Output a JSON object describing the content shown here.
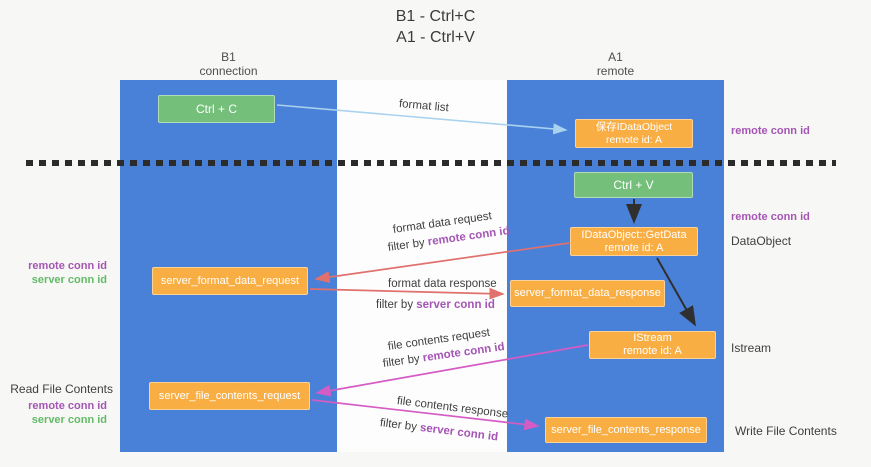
{
  "title": {
    "line1": "B1 - Ctrl+C",
    "line2": "A1 - Ctrl+V"
  },
  "lanes": {
    "left": {
      "name": "B1",
      "subtitle": "connection"
    },
    "right": {
      "name": "A1",
      "subtitle": "remote"
    }
  },
  "nodes": {
    "ctrl_c": {
      "label": "Ctrl + C"
    },
    "ctrl_v": {
      "label": "Ctrl + V"
    },
    "save_dataobject": {
      "line1": "保存IDataObject",
      "line2": "remote id: A"
    },
    "getdata": {
      "line1": "IDataObject::GetData",
      "line2": "remote id: A"
    },
    "istream": {
      "line1": "IStream",
      "line2": "remote id: A"
    },
    "format_request": {
      "label": "server_format_data_request"
    },
    "format_response": {
      "label": "server_format_data_response"
    },
    "file_request": {
      "label": "server_file_contents_request"
    },
    "file_response": {
      "label": "server_file_contents_response"
    }
  },
  "flow_labels": {
    "format_list": "format list",
    "format_data_request": "format data request",
    "format_data_response": "format data response",
    "file_contents_request": "file contents request",
    "file_contents_response": "file contents response",
    "filter_by": "filter by ",
    "remote_conn_id": "remote conn id",
    "server_conn_id": "server conn id"
  },
  "side_labels": {
    "right_remote_conn_1": "remote conn id",
    "right_remote_conn_2": "remote conn id",
    "dataobject": "DataObject",
    "istream": "Istream",
    "write_file_contents": "Write File Contents",
    "left_remote_conn_1": "remote conn id",
    "left_server_conn_1": "server conn id",
    "read_file_contents": "Read File Contents",
    "left_remote_conn_2": "remote conn id",
    "left_server_conn_2": "server conn id"
  },
  "colors": {
    "lane_blue": "#4a81d8",
    "node_green": "#74c07a",
    "node_orange": "#f9ae44",
    "arrow_light_blue": "#a9d2ee",
    "arrow_red": "#e0716d",
    "arrow_magenta": "#d55bc5",
    "arrow_black": "#2f2f2f",
    "label_purple": "#a555b4",
    "label_green": "#63bb68"
  }
}
